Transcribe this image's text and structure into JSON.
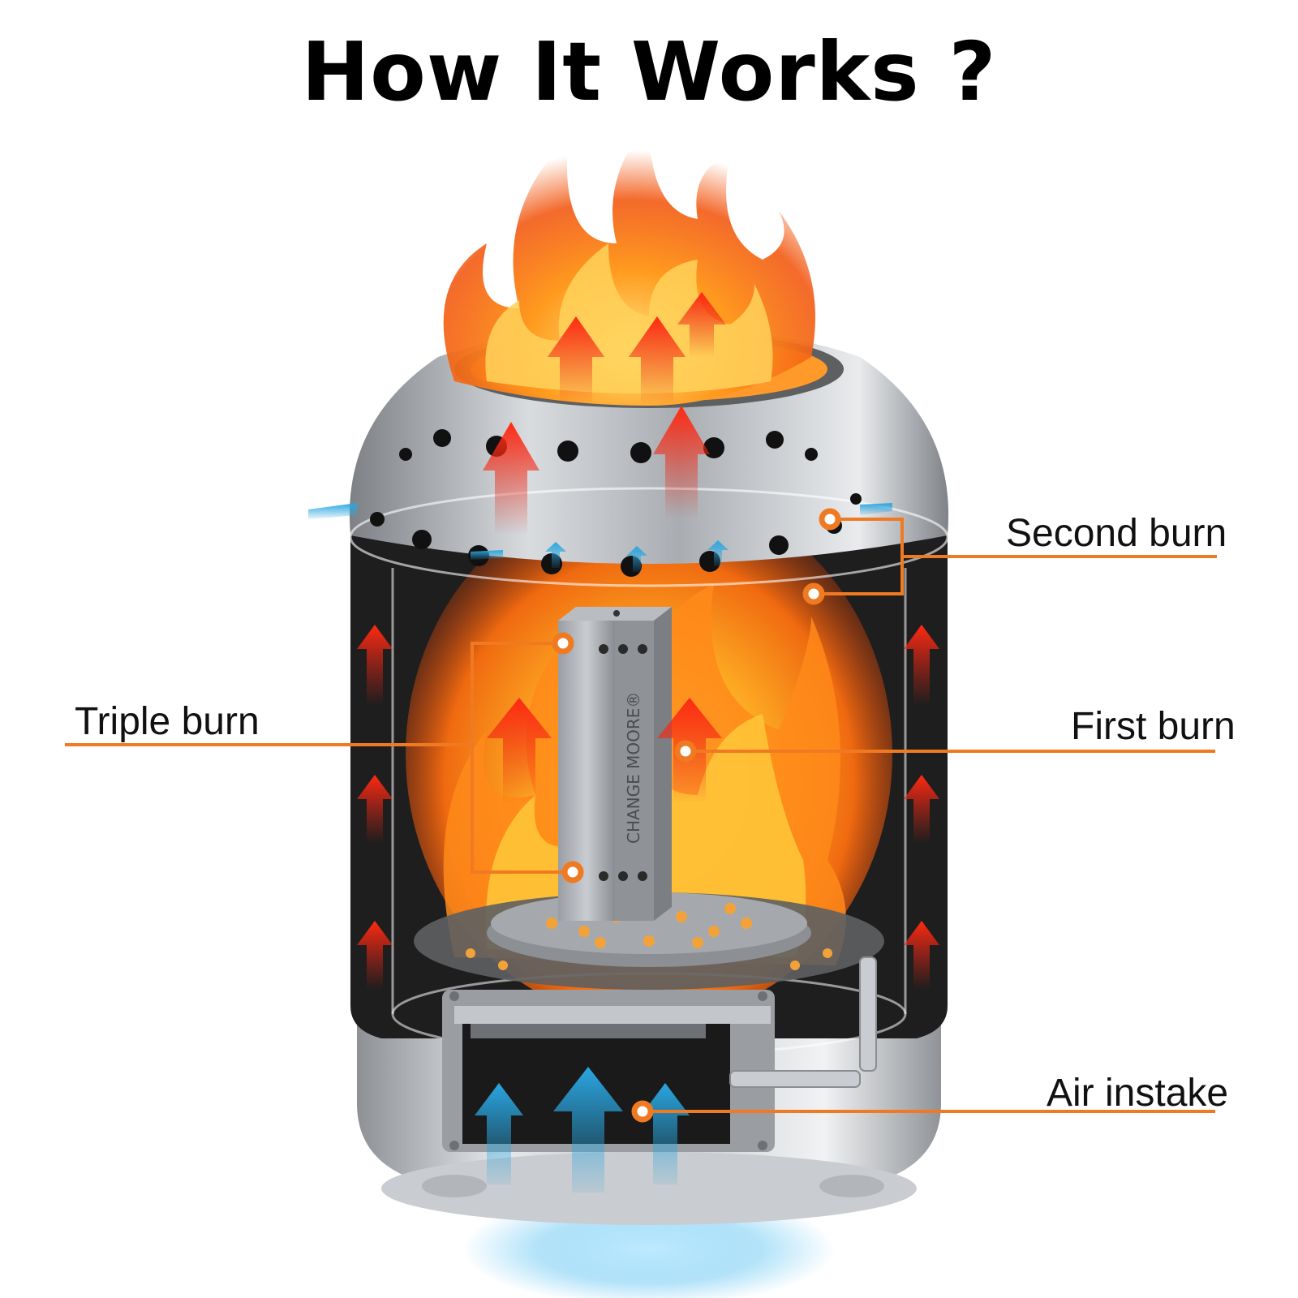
{
  "title": "How It Works ?",
  "brand": "CHANGE MOORE®",
  "labels": {
    "second_burn": "Second burn",
    "first_burn": "First burn",
    "triple_burn": "Triple burn",
    "air_intake": "Air instake"
  },
  "colors": {
    "callout_orange": "#f07a22",
    "hot_arrow": "#e02414",
    "cold_arrow": "#2aa6e0",
    "steel": "#b8bcc1",
    "chamber": "#1e1e1e"
  }
}
